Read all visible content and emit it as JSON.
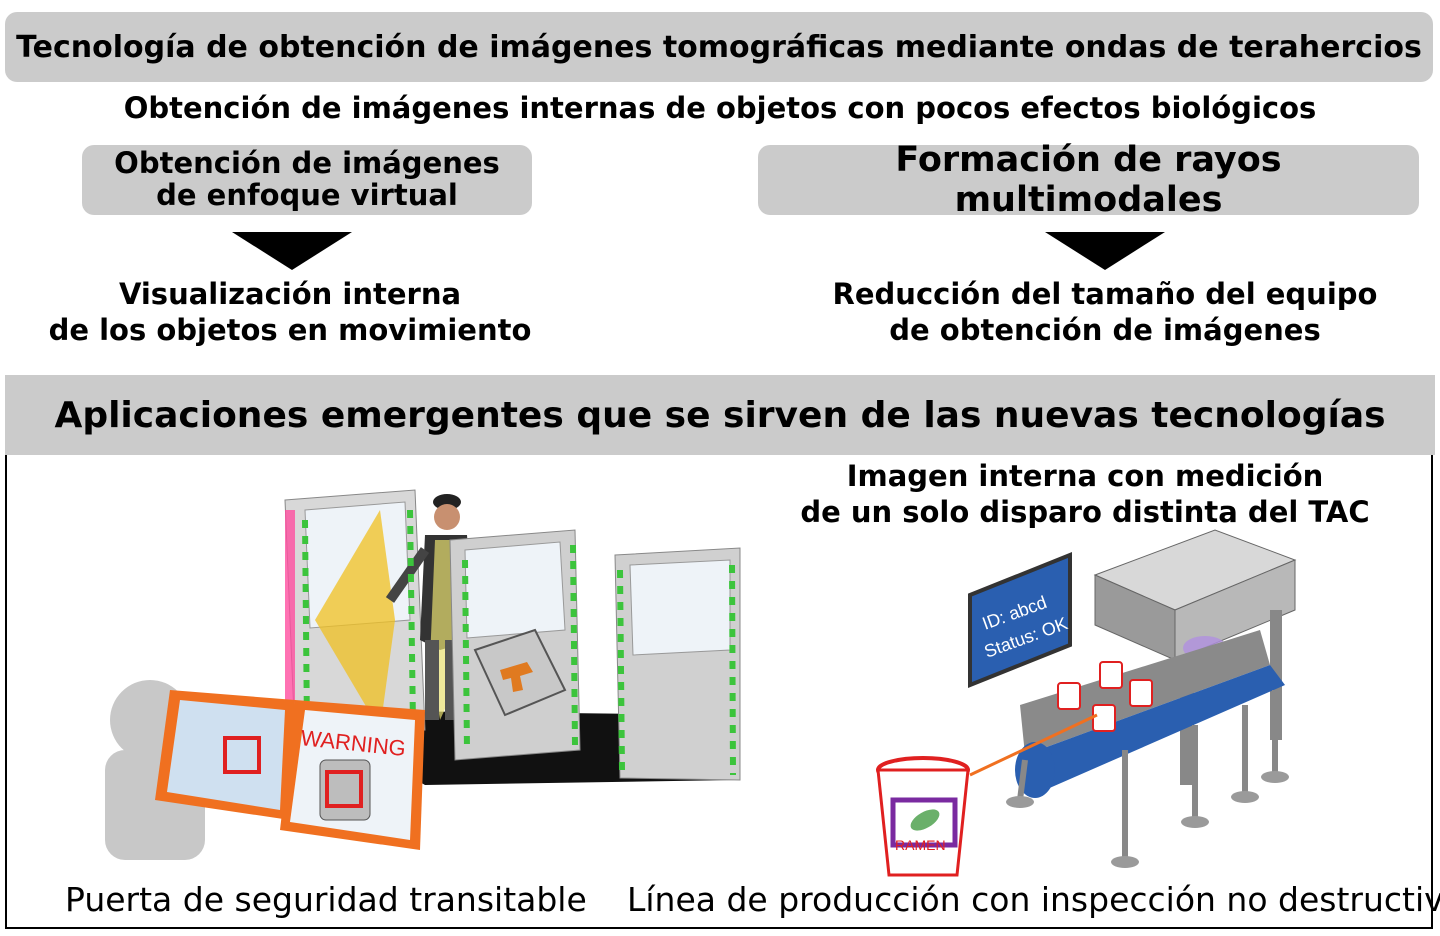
{
  "header": {
    "title": "Tecnología de obtención de imágenes tomográficas mediante ondas de terahercios",
    "subtitle": "Obtención de imágenes internas de objetos con pocos efectos biológicos"
  },
  "techniques": [
    {
      "label_lines": [
        "Obtención de imágenes",
        "de enfoque virtual"
      ],
      "result_lines": [
        "Visualización interna",
        "de los objetos en movimiento"
      ]
    },
    {
      "label_lines": [
        "Formación de rayos multimodales"
      ],
      "result_lines": [
        "Reducción del tamaño del equipo",
        "de obtención de imágenes"
      ]
    }
  ],
  "applications": {
    "title": "Aplicaciones emergentes que se sirven de las nuevas tecnologías",
    "imaging_note_lines": [
      "Imagen interna con medición",
      "de un solo disparo distinta del TAC"
    ],
    "security_gate": {
      "caption": "Puerta de seguridad transitable",
      "warning_label": "WARNING"
    },
    "production_line": {
      "caption": "Línea de producción con inspección no destructiva",
      "screen_lines": [
        "ID: abcd",
        "Status: OK"
      ],
      "cup_label": "RAMEN"
    }
  },
  "colors": {
    "bar_gray": "#cbcbcb",
    "frame_orange": "#f07020",
    "screen_blue": "#2a5fb0",
    "conveyor_blue": "#2a5fb0",
    "gun_orange": "#e07a20",
    "warning_red": "#e02020",
    "gate_green": "#3cc43c",
    "gate_pink": "#ff4fa0",
    "beam_yellow": "#f0c020"
  }
}
